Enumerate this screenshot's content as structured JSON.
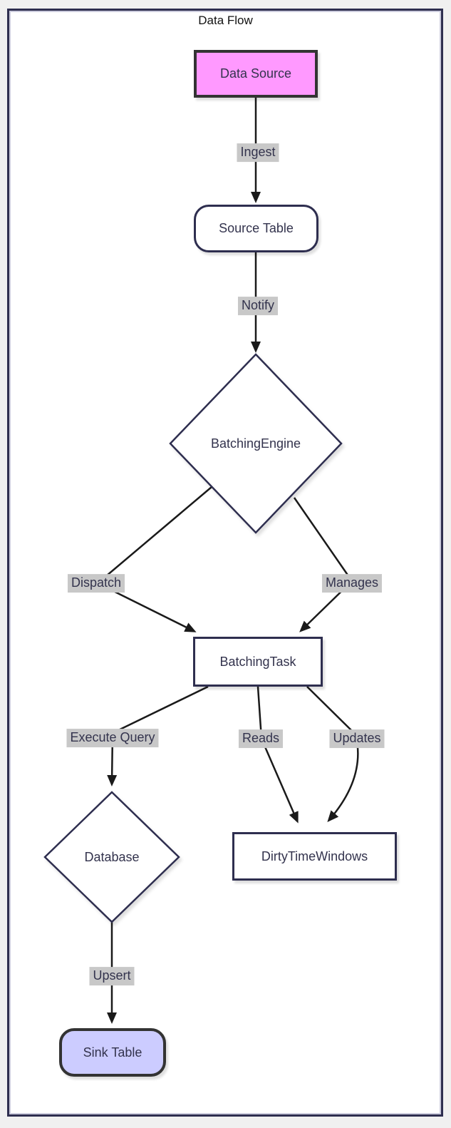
{
  "diagram": {
    "title": "Data Flow",
    "type": "flowchart",
    "nodes": [
      {
        "id": "data-source",
        "label": "Data Source",
        "shape": "rectangle",
        "fill": "#ff99ff"
      },
      {
        "id": "source-table",
        "label": "Source Table",
        "shape": "rounded",
        "fill": "#ffffff"
      },
      {
        "id": "batching-engine",
        "label": "BatchingEngine",
        "shape": "diamond",
        "fill": "#ffffff"
      },
      {
        "id": "batching-task",
        "label": "BatchingTask",
        "shape": "rectangle",
        "fill": "#ffffff"
      },
      {
        "id": "database",
        "label": "Database",
        "shape": "diamond",
        "fill": "#ffffff"
      },
      {
        "id": "dirty-time-windows",
        "label": "DirtyTimeWindows",
        "shape": "rectangle",
        "fill": "#ffffff"
      },
      {
        "id": "sink-table",
        "label": "Sink Table",
        "shape": "rounded",
        "fill": "#ccccff"
      }
    ],
    "edges": [
      {
        "from": "Data Source",
        "to": "Source Table",
        "label": "Ingest"
      },
      {
        "from": "Source Table",
        "to": "BatchingEngine",
        "label": "Notify"
      },
      {
        "from": "BatchingEngine",
        "to": "BatchingTask",
        "label": "Dispatch"
      },
      {
        "from": "BatchingEngine",
        "to": "BatchingTask",
        "label": "Manages"
      },
      {
        "from": "BatchingTask",
        "to": "Database",
        "label": "Execute Query"
      },
      {
        "from": "BatchingTask",
        "to": "DirtyTimeWindows",
        "label": "Reads"
      },
      {
        "from": "BatchingTask",
        "to": "DirtyTimeWindows",
        "label": "Updates"
      },
      {
        "from": "Database",
        "to": "Sink Table",
        "label": "Upsert"
      }
    ],
    "colors": {
      "node_fill_pink": "#ff99ff",
      "node_fill_lavender": "#ccccff",
      "node_border": "#2e2e4f",
      "styled_node_border": "#333333",
      "node_text": "#33334d",
      "edge_line": "#1a1a1a",
      "edge_label_bg": "#c8c8c8",
      "frame_border": "#2e2e4f",
      "page_bg": "#f0f0f0"
    }
  }
}
